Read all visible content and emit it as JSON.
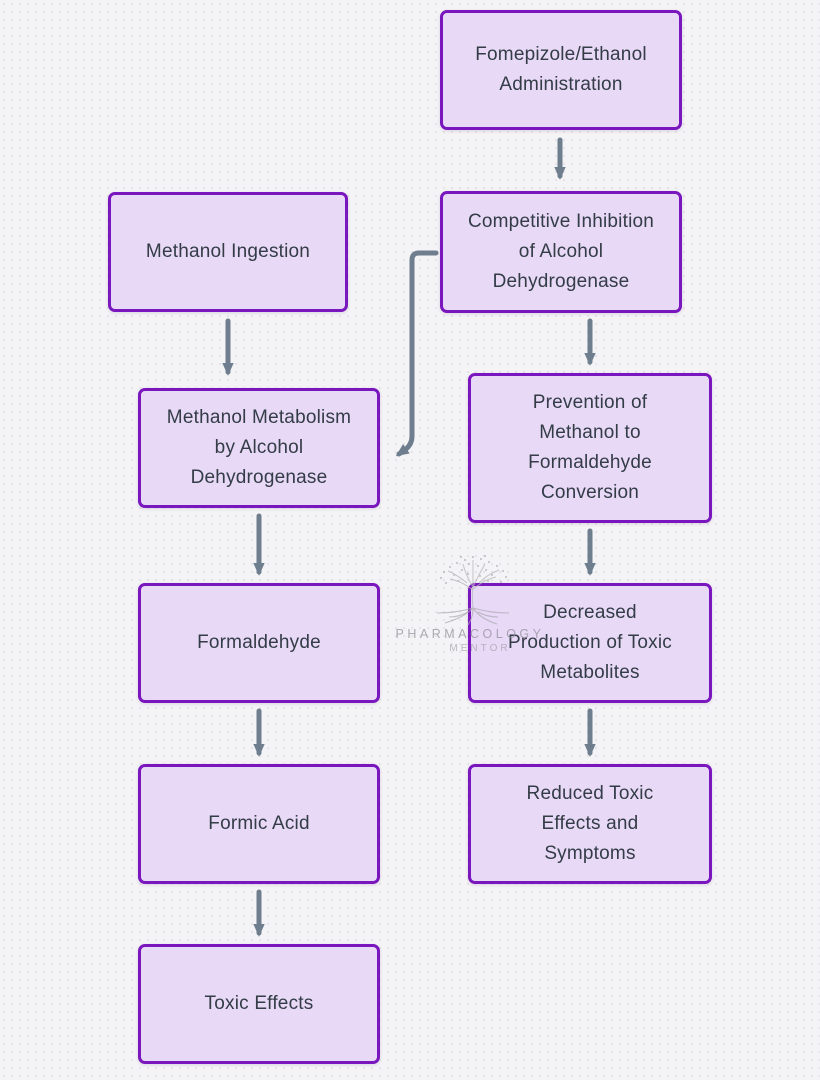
{
  "colors": {
    "background": "#f4f3f5",
    "node_fill": "#e8d9f6",
    "node_border": "#7a16bd",
    "node_text": "#333c47",
    "arrow": "#6e7e8e",
    "watermark": "#97959d"
  },
  "watermark": {
    "line1": "PHARMACOLOGY",
    "line2": "MENTOR"
  },
  "nodes": [
    {
      "id": "fomepizole-administration",
      "lines": [
        "Fomepizole/Ethanol",
        "Administration"
      ]
    },
    {
      "id": "competitive-inhibition",
      "lines": [
        "Competitive Inhibition",
        "of Alcohol",
        "Dehydrogenase"
      ]
    },
    {
      "id": "methanol-ingestion",
      "lines": [
        "Methanol Ingestion"
      ]
    },
    {
      "id": "methanol-metabolism",
      "lines": [
        "Methanol Metabolism",
        "by Alcohol",
        "Dehydrogenase"
      ]
    },
    {
      "id": "prevention-conversion",
      "lines": [
        "Prevention of",
        "Methanol to",
        "Formaldehyde",
        "Conversion"
      ]
    },
    {
      "id": "formaldehyde",
      "lines": [
        "Formaldehyde"
      ]
    },
    {
      "id": "decreased-production",
      "lines": [
        "Decreased",
        "Production of Toxic",
        "Metabolites"
      ]
    },
    {
      "id": "formic-acid",
      "lines": [
        "Formic Acid"
      ]
    },
    {
      "id": "reduced-effects",
      "lines": [
        "Reduced Toxic",
        "Effects and",
        "Symptoms"
      ]
    },
    {
      "id": "toxic-effects",
      "lines": [
        "Toxic Effects"
      ]
    }
  ],
  "edges": [
    {
      "from": "fomepizole-administration",
      "to": "competitive-inhibition"
    },
    {
      "from": "methanol-ingestion",
      "to": "methanol-metabolism"
    },
    {
      "from": "competitive-inhibition",
      "to": "methanol-metabolism"
    },
    {
      "from": "competitive-inhibition",
      "to": "prevention-conversion"
    },
    {
      "from": "methanol-metabolism",
      "to": "formaldehyde"
    },
    {
      "from": "prevention-conversion",
      "to": "decreased-production"
    },
    {
      "from": "formaldehyde",
      "to": "formic-acid"
    },
    {
      "from": "decreased-production",
      "to": "reduced-effects"
    },
    {
      "from": "formic-acid",
      "to": "toxic-effects"
    }
  ]
}
